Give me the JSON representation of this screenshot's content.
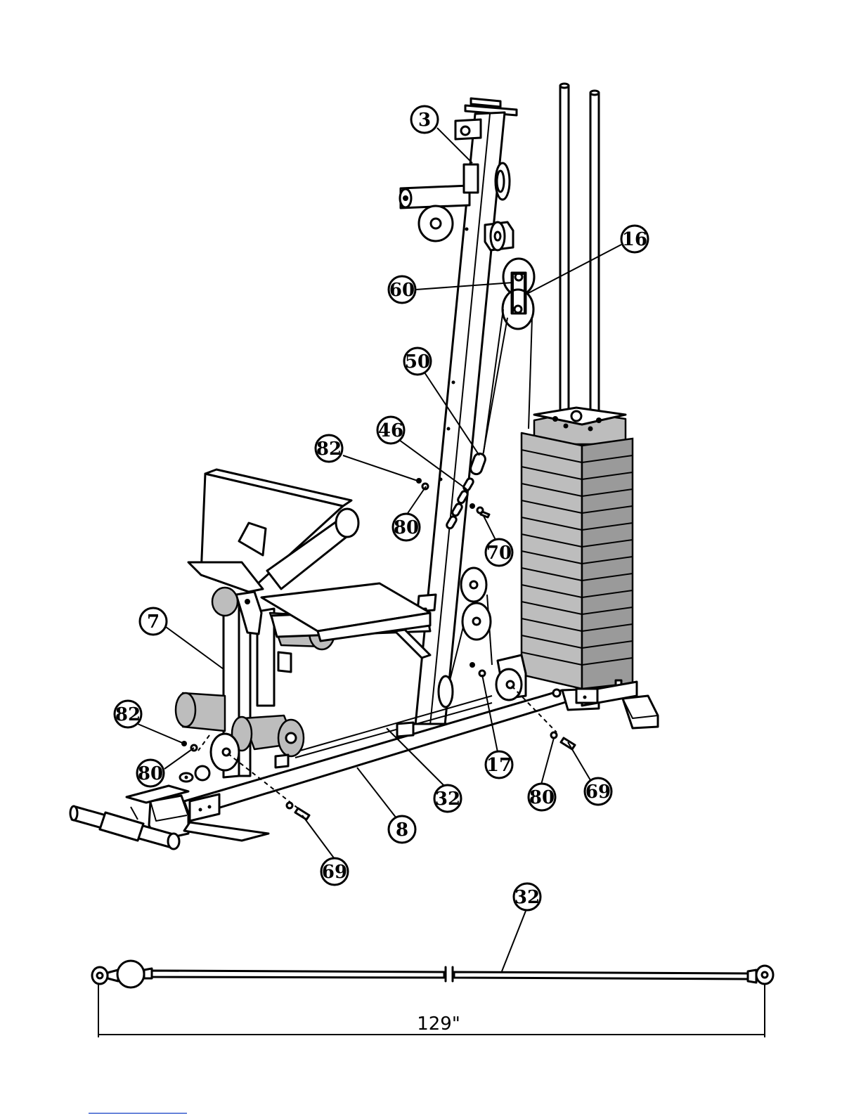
{
  "callouts": [
    {
      "id": "c3",
      "label": "3"
    },
    {
      "id": "c16",
      "label": "16"
    },
    {
      "id": "c60",
      "label": "60"
    },
    {
      "id": "c50",
      "label": "50"
    },
    {
      "id": "c46",
      "label": "46"
    },
    {
      "id": "c82a",
      "label": "82"
    },
    {
      "id": "c80a",
      "label": "80"
    },
    {
      "id": "c70",
      "label": "70"
    },
    {
      "id": "c7",
      "label": "7"
    },
    {
      "id": "c82b",
      "label": "82"
    },
    {
      "id": "c80b",
      "label": "80"
    },
    {
      "id": "c17",
      "label": "17"
    },
    {
      "id": "c32a",
      "label": "32"
    },
    {
      "id": "c80c",
      "label": "80"
    },
    {
      "id": "c69a",
      "label": "69"
    },
    {
      "id": "c8",
      "label": "8"
    },
    {
      "id": "c69b",
      "label": "69"
    },
    {
      "id": "c32b",
      "label": "32"
    }
  ],
  "cable_dimension": "129\""
}
